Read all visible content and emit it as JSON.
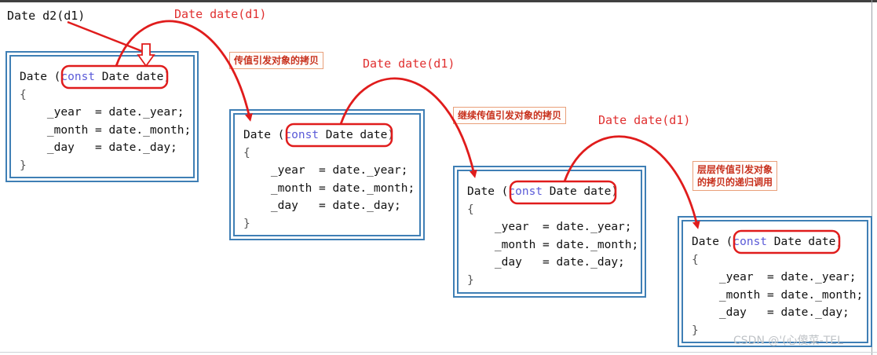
{
  "header_code": "Date d2(d1)",
  "call_labels": [
    "Date date(d1)",
    "Date date(d1)",
    "Date date(d1)"
  ],
  "notes": [
    "传值引发对象的拷贝",
    "继续传值引发对象的拷贝",
    "层层传值引发对象\n的拷贝的递归调用"
  ],
  "code": {
    "sig_prefix": "Date (",
    "sig_keyword": "const",
    "sig_param": " Date date",
    "sig_close": ")",
    "open_brace": "{",
    "line_year": "    _year  = date._year;",
    "line_month": "    _month = date._month;",
    "line_day": "    _day   = date._day;",
    "close_brace": "}"
  },
  "colors": {
    "arrow": "#e01c1c",
    "box_border": "#3f7fb5",
    "keyword": "#5a5ad8",
    "note_text": "#c8321e"
  },
  "watermark": "CSDN @'(心傻菜-TEL"
}
